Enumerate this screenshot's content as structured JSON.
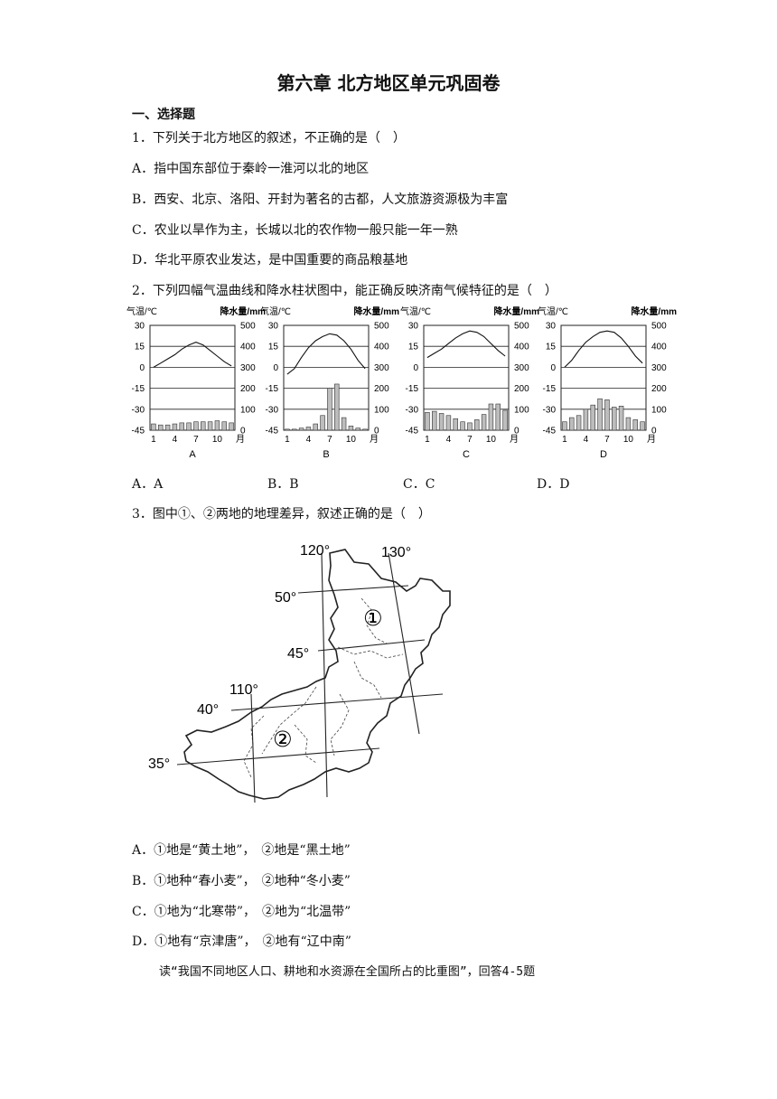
{
  "title": "第六章 北方地区单元巩固卷",
  "section": "一、选择题",
  "q1": {
    "stem": "1．下列关于北方地区的叙述，不正确的是（　）",
    "options": [
      "A．指中国东部位于秦岭一淮河以北的地区",
      "B．西安、北京、洛阳、开封为著名的古都，人文旅游资源极为丰富",
      "C．农业以旱作为主，长城以北的农作物一般只能一年一熟",
      "D．华北平原农业发达，是中国重要的商品粮基地"
    ]
  },
  "q2": {
    "stem": "2．下列四幅气温曲线和降水柱状图中，能正确反映济南气候特征的是（　）",
    "options": [
      "A．A",
      "B．B",
      "C．C",
      "D．D"
    ]
  },
  "q3": {
    "stem": "3．图中①、②两地的地理差异，叙述正确的是（　）",
    "options": [
      "A．①地是“黄土地”，　②地是“黑土地”",
      "B．①地种“春小麦”，　②地种“冬小麦”",
      "C．①地为“北寒带”，　②地为“北温带”",
      "D．①地有“京津唐”，　②地有“辽中南”"
    ]
  },
  "note": "读“我国不同地区人口、耕地和水资源在全国所占的比重图”，回答4-5题",
  "map": {
    "lon_labels": [
      "120°",
      "130°",
      "110°"
    ],
    "lat_labels": [
      "50°",
      "45°",
      "40°",
      "35°"
    ],
    "region_labels": [
      "①",
      "②"
    ]
  },
  "chart_data": [
    {
      "type": "bar+line",
      "title": "A",
      "temp_axis_label": "气温/℃",
      "precip_axis_label": "降水量/mm",
      "x_tick_labels": [
        "1",
        "4",
        "7",
        "10",
        "月"
      ],
      "temp_ticks": [
        30,
        15,
        0,
        -15,
        -30,
        -45
      ],
      "precip_ticks": [
        500,
        400,
        300,
        200,
        100,
        0
      ],
      "temp_ylim": [
        -45,
        30
      ],
      "precip_ylim": [
        0,
        500
      ],
      "months": [
        1,
        2,
        3,
        4,
        5,
        6,
        7,
        8,
        9,
        10,
        11,
        12
      ],
      "temp": [
        0,
        3,
        6,
        9,
        13,
        16,
        18,
        16,
        12,
        8,
        4,
        1
      ],
      "precip": [
        30,
        25,
        25,
        30,
        35,
        35,
        40,
        40,
        40,
        45,
        40,
        35
      ]
    },
    {
      "type": "bar+line",
      "title": "B",
      "temp_axis_label": "气温/℃",
      "precip_axis_label": "降水量/mm",
      "x_tick_labels": [
        "1",
        "4",
        "7",
        "10",
        "月"
      ],
      "temp_ticks": [
        30,
        15,
        0,
        -15,
        -30,
        -45
      ],
      "precip_ticks": [
        500,
        400,
        300,
        200,
        100,
        0
      ],
      "temp_ylim": [
        -45,
        30
      ],
      "precip_ylim": [
        0,
        500
      ],
      "months": [
        1,
        2,
        3,
        4,
        5,
        6,
        7,
        8,
        9,
        10,
        11,
        12
      ],
      "temp": [
        -5,
        -1,
        7,
        14,
        19,
        22,
        24,
        23,
        19,
        13,
        5,
        -1
      ],
      "precip": [
        5,
        5,
        10,
        15,
        30,
        70,
        200,
        220,
        60,
        20,
        10,
        5
      ]
    },
    {
      "type": "bar+line",
      "title": "C",
      "temp_axis_label": "气温/℃",
      "precip_axis_label": "降水量/mm",
      "x_tick_labels": [
        "1",
        "4",
        "7",
        "10",
        "月"
      ],
      "temp_ticks": [
        30,
        15,
        0,
        -15,
        -30,
        -45
      ],
      "precip_ticks": [
        500,
        400,
        300,
        200,
        100,
        0
      ],
      "temp_ylim": [
        -45,
        30
      ],
      "precip_ylim": [
        0,
        500
      ],
      "months": [
        1,
        2,
        3,
        4,
        5,
        6,
        7,
        8,
        9,
        10,
        11,
        12
      ],
      "temp": [
        7,
        10,
        13,
        17,
        21,
        24,
        26,
        25,
        22,
        17,
        12,
        8
      ],
      "precip": [
        85,
        90,
        80,
        70,
        55,
        40,
        35,
        50,
        75,
        125,
        125,
        95
      ]
    },
    {
      "type": "bar+line",
      "title": "D",
      "temp_axis_label": "气温/℃",
      "precip_axis_label": "降水量/mm",
      "x_tick_labels": [
        "1",
        "4",
        "7",
        "10",
        "月"
      ],
      "temp_ticks": [
        30,
        15,
        0,
        -15,
        -30,
        -45
      ],
      "precip_ticks": [
        500,
        400,
        300,
        200,
        100,
        0
      ],
      "temp_ylim": [
        -45,
        30
      ],
      "precip_ylim": [
        0,
        500
      ],
      "months": [
        1,
        2,
        3,
        4,
        5,
        6,
        7,
        8,
        9,
        10,
        11,
        12
      ],
      "temp": [
        0,
        5,
        12,
        18,
        22,
        25,
        26,
        25,
        21,
        15,
        8,
        3
      ],
      "precip": [
        40,
        60,
        70,
        100,
        120,
        150,
        145,
        110,
        115,
        60,
        50,
        40
      ]
    }
  ]
}
